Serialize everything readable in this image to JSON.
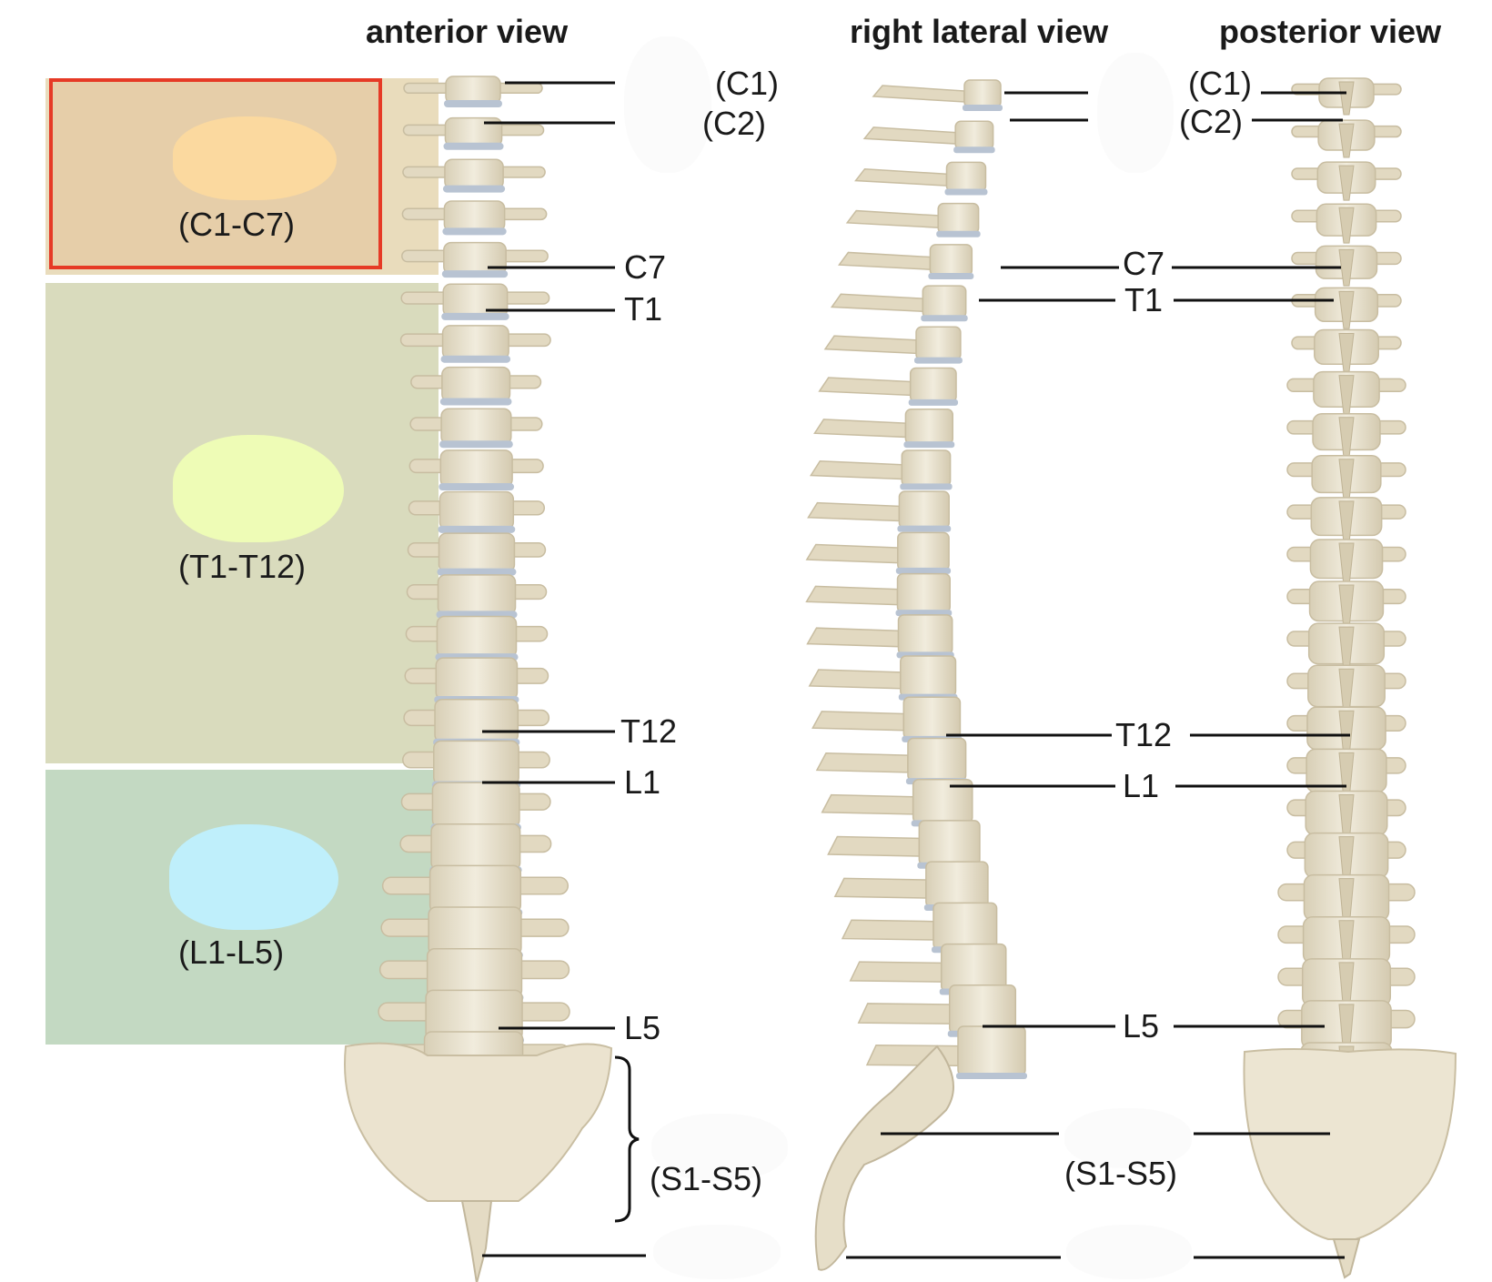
{
  "views": {
    "anterior": "anterior view",
    "lateral": "right lateral view",
    "posterior": "posterior view"
  },
  "regions": {
    "cervical_range": "(C1-C7)",
    "thoracic_range": "(T1-T12)",
    "lumbar_range": "(L1-L5)"
  },
  "anterior_labels": {
    "c1": "(C1)",
    "c2": "(C2)",
    "c7": "C7",
    "t1": "T1",
    "t12": "T12",
    "l1": "L1",
    "l5": "L5",
    "sacrum": "(S1-S5)"
  },
  "shared_labels": {
    "c1": "(C1)",
    "c2": "(C2)",
    "c7": "C7",
    "t1": "T1",
    "t12": "T12",
    "l1": "L1",
    "l5": "L5",
    "sacrum": "(S1-S5)"
  },
  "colors": {
    "selection_border": "#e63a26",
    "bone": "#e8e0cc",
    "disc": "#b8c3d2"
  }
}
